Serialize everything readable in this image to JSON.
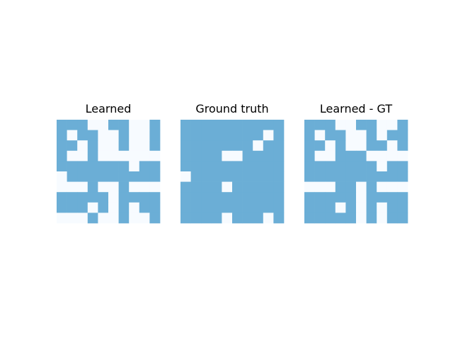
{
  "figure": {
    "background": "#ffffff",
    "cell_on_color": "#6baed6",
    "cell_off_color": "#f7fbff"
  },
  "chart_data": [
    {
      "type": "heatmap",
      "title": "Learned",
      "rows": 10,
      "cols": 10,
      "matrix": [
        [
          1,
          1,
          1,
          0,
          0,
          1,
          1,
          0,
          0,
          1
        ],
        [
          1,
          0,
          1,
          1,
          0,
          0,
          1,
          0,
          0,
          1
        ],
        [
          1,
          1,
          0,
          1,
          0,
          0,
          1,
          0,
          0,
          1
        ],
        [
          1,
          0,
          0,
          1,
          0,
          0,
          0,
          0,
          0,
          0
        ],
        [
          1,
          1,
          1,
          1,
          1,
          1,
          1,
          0,
          1,
          1
        ],
        [
          0,
          1,
          1,
          1,
          1,
          1,
          1,
          1,
          1,
          1
        ],
        [
          0,
          0,
          0,
          1,
          0,
          0,
          1,
          0,
          0,
          0
        ],
        [
          1,
          1,
          1,
          1,
          1,
          0,
          1,
          1,
          1,
          1
        ],
        [
          1,
          1,
          1,
          0,
          1,
          0,
          1,
          0,
          1,
          1
        ],
        [
          0,
          0,
          0,
          1,
          0,
          0,
          1,
          0,
          0,
          1
        ]
      ]
    },
    {
      "type": "heatmap",
      "title": "Ground truth",
      "rows": 10,
      "cols": 10,
      "matrix": [
        [
          1,
          1,
          1,
          1,
          1,
          1,
          1,
          1,
          1,
          1
        ],
        [
          1,
          1,
          1,
          1,
          1,
          1,
          1,
          1,
          0,
          1
        ],
        [
          1,
          1,
          1,
          1,
          1,
          1,
          1,
          0,
          1,
          1
        ],
        [
          1,
          1,
          1,
          1,
          0,
          0,
          1,
          1,
          1,
          1
        ],
        [
          1,
          1,
          1,
          1,
          1,
          1,
          1,
          1,
          1,
          1
        ],
        [
          0,
          1,
          1,
          1,
          1,
          1,
          1,
          1,
          1,
          1
        ],
        [
          1,
          1,
          1,
          1,
          0,
          1,
          1,
          1,
          1,
          1
        ],
        [
          1,
          1,
          1,
          1,
          1,
          1,
          1,
          1,
          1,
          1
        ],
        [
          1,
          1,
          1,
          1,
          1,
          1,
          1,
          1,
          1,
          1
        ],
        [
          1,
          1,
          1,
          1,
          0,
          1,
          1,
          1,
          0,
          1
        ]
      ]
    },
    {
      "type": "heatmap",
      "title": "Learned - GT",
      "rows": 10,
      "cols": 10,
      "matrix": [
        [
          1,
          1,
          1,
          0,
          0,
          1,
          1,
          0,
          0,
          1
        ],
        [
          1,
          0,
          1,
          1,
          0,
          0,
          1,
          0,
          1,
          1
        ],
        [
          1,
          1,
          0,
          1,
          0,
          0,
          1,
          1,
          0,
          1
        ],
        [
          1,
          0,
          0,
          1,
          1,
          1,
          0,
          0,
          0,
          0
        ],
        [
          1,
          1,
          1,
          1,
          1,
          1,
          1,
          0,
          1,
          1
        ],
        [
          1,
          1,
          1,
          1,
          1,
          1,
          1,
          1,
          1,
          1
        ],
        [
          0,
          0,
          0,
          1,
          1,
          0,
          1,
          0,
          0,
          0
        ],
        [
          1,
          1,
          1,
          1,
          1,
          0,
          1,
          1,
          1,
          1
        ],
        [
          1,
          1,
          1,
          0,
          1,
          0,
          1,
          0,
          1,
          1
        ],
        [
          1,
          1,
          1,
          1,
          1,
          0,
          1,
          0,
          1,
          1
        ]
      ]
    }
  ]
}
